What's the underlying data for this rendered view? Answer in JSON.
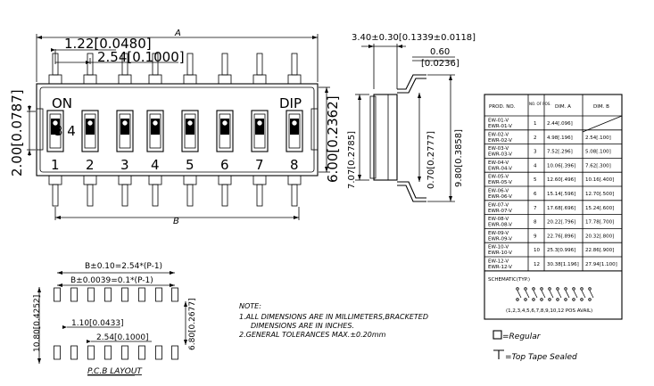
{
  "top_view": {
    "dim_width": "A",
    "dim_pin_offset": "1.22[0.0480]",
    "dim_pitch": "2.54[0.1000]",
    "dim_pin_span": "B",
    "dim_left_height": "2.00[0.0787]",
    "dim_right_height": "6.00[0.2362]",
    "label_on": "ON",
    "label_dip": "DIP",
    "label_34": "3 4",
    "switch_numbers": [
      "1",
      "2",
      "3",
      "4",
      "5",
      "6",
      "7",
      "8"
    ]
  },
  "side_view": {
    "dim_top": "3.40±0.30[0.1339±0.0118]",
    "dim_lead_thickness": "0.60",
    "dim_lead_thickness_in": "[0.0236]",
    "dim_body_height": "7.07[0.2785]",
    "dim_lead_height": "0.70[0.2777]",
    "dim_total_height": "9.80[0.3858]"
  },
  "table": {
    "headers": [
      "PROD. NO.",
      "NO. OF POS.",
      "DIM. A",
      "DIM. B"
    ],
    "rows": [
      {
        "prod": "EW-01-V",
        "prod2": "EWR-01-V",
        "pos": "1",
        "a": "2.44[.096]",
        "b": ""
      },
      {
        "prod": "EW-02-V",
        "prod2": "EWR-02-V",
        "pos": "2",
        "a": "4.98[.196]",
        "b": "2.54[.100]"
      },
      {
        "prod": "EW-03-V",
        "prod2": "EWR-03-V",
        "pos": "3",
        "a": "7.52[.296]",
        "b": "5.08[.100]"
      },
      {
        "prod": "EW-04-V",
        "prod2": "EWR-04-V",
        "pos": "4",
        "a": "10.06[.396]",
        "b": "7.62[.300]"
      },
      {
        "prod": "EW-05-V",
        "prod2": "EWR-05-V",
        "pos": "5",
        "a": "12.60[.496]",
        "b": "10.16[.400]"
      },
      {
        "prod": "EW-06-V",
        "prod2": "EWR-06-V",
        "pos": "6",
        "a": "15.14[.596]",
        "b": "12.70[.500]"
      },
      {
        "prod": "EW-07-V",
        "prod2": "EWR-07-V",
        "pos": "7",
        "a": "17.68[.696]",
        "b": "15.24[.600]"
      },
      {
        "prod": "EW-08-V",
        "prod2": "EWR-08-V",
        "pos": "8",
        "a": "20.22[.796]",
        "b": "17.78[.700]"
      },
      {
        "prod": "EW-09-V",
        "prod2": "EWR-09-V",
        "pos": "9",
        "a": "22.76[.896]",
        "b": "20.32[.800]"
      },
      {
        "prod": "EW-10-V",
        "prod2": "EWR-10-V",
        "pos": "10",
        "a": "25.3[0.996]",
        "b": "22.86[.900]"
      },
      {
        "prod": "EW-12-V",
        "prod2": "EWR-12-V",
        "pos": "12",
        "a": "30.38[1.196]",
        "b": "27.94[1.100]"
      }
    ],
    "schematic_label": "SCHEMATIC(TYP.)",
    "schematic_caption": "(1,2,3,4,5,6,7,8,9,10,12 POS AVAIL)"
  },
  "pcb": {
    "dim_b1": "B±0.10=2.54*(P-1)",
    "dim_b2": "B±0.0039=0.1*(P-1)",
    "dim_left": "10.80[0.4252]",
    "dim_right": "6.80[0.2677]",
    "dim_offset": "1.10[0.0433]",
    "dim_pitch": "2.54[0.1000]",
    "title": "P.C.B LAYOUT"
  },
  "notes": {
    "heading": "NOTE:",
    "line1": "1.ALL DIMENSIONS ARE IN MILLIMETERS,BRACKETED",
    "line2": "DIMENSIONS ARE IN INCHES.",
    "line3": "2.GENERAL TOLERANCES MAX.±0.20mm"
  },
  "legend": {
    "regular": "=Regular",
    "top_tape": "=Top Tape Sealed"
  }
}
